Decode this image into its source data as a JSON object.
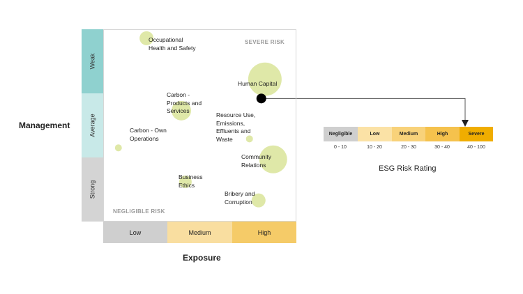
{
  "management": {
    "title": "Management",
    "rows": [
      {
        "label": "Weak",
        "color": "#8fd1cf"
      },
      {
        "label": "Average",
        "color": "#c8e9e8"
      },
      {
        "label": "Strong",
        "color": "#d4d4d4"
      }
    ]
  },
  "exposure": {
    "title": "Exposure",
    "columns": [
      {
        "label": "Low",
        "color": "#cfcfcf"
      },
      {
        "label": "Medium",
        "color": "#f9dea0"
      },
      {
        "label": "High",
        "color": "#f5cb68"
      }
    ]
  },
  "risk_labels": {
    "top_right": "SEVERE RISK",
    "bottom_left": "NEGLIGIBLE RISK"
  },
  "bubble_color": "#dfe8a8",
  "issues": [
    {
      "label": "Occupational Health and Safety",
      "exposure": 1.57,
      "management": 2.86,
      "size": 10
    },
    {
      "label": "Human Capital",
      "exposure": 5.86,
      "management": 2.22,
      "size": 24
    },
    {
      "label": "Carbon - Products and Services",
      "exposure": 2.83,
      "management": 1.73,
      "size": 14
    },
    {
      "label": "Resource Use, Emissions, Effluents and Waste",
      "exposure": 5.3,
      "management": 1.29,
      "size": 5
    },
    {
      "label": "Carbon - Own Operations",
      "exposure": 0.55,
      "management": 1.15,
      "size": 5
    },
    {
      "label": "Community Relations",
      "exposure": 6.16,
      "management": 0.97,
      "size": 20
    },
    {
      "label": "Business Ethics",
      "exposure": 2.98,
      "management": 0.62,
      "size": 9
    },
    {
      "label": "Bribery and Corruption",
      "exposure": 5.63,
      "management": 0.33,
      "size": 10
    }
  ],
  "current_position": {
    "exposure": 5.73,
    "management": 1.92
  },
  "esg_rating": {
    "title": "ESG Risk Rating",
    "segments": [
      {
        "label": "Negligible",
        "range": "0 - 10",
        "color": "#cfcfcf"
      },
      {
        "label": "Low",
        "range": "10 - 20",
        "color": "#fbe2a6"
      },
      {
        "label": "Medium",
        "range": "20 - 30",
        "color": "#f8d27a"
      },
      {
        "label": "High",
        "range": "30 - 40",
        "color": "#f5c24d"
      },
      {
        "label": "Severe",
        "range": "40 - 100",
        "color": "#f0ad00"
      }
    ]
  }
}
